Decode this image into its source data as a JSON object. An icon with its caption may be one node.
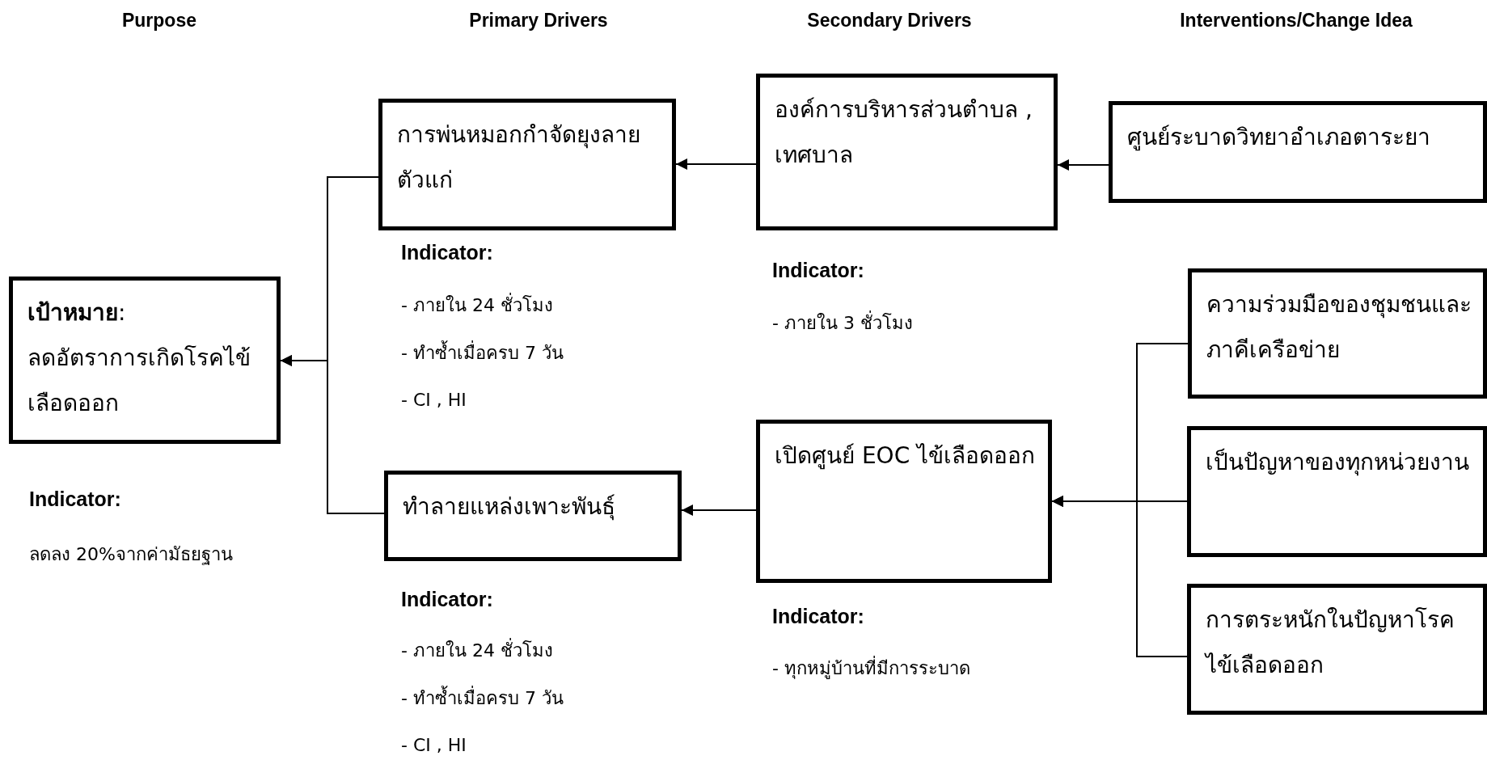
{
  "diagram": {
    "nodes": [
      {
        "text": [
          "**เป้าหมาย**:",
          "ลดอัตราการเกิดโรคไข้เลือดออก"
        ],
        "beside": [
          "Indicator:",
          "ลดลง 20%จากค่ามัธยฐาน"
        ]
      },
      {
        "text": [
          "การพ่นหมอกกำจัดยุงลายตัวแก่"
        ],
        "beside": [
          "Indicator:",
          "- ภายใน 24 ชั่วโมง",
          "- ทำซ้ำเมื่อครบ 7 วัน",
          "- CI , HI"
        ]
      },
      {
        "text": [
          "ทำลายแหล่งเพาะพันธุ์"
        ],
        "beside": [
          "Indicator:",
          "- ภายใน 24 ชั่วโมง",
          "- ทำซ้ำเมื่อครบ 7 วัน",
          "- CI , HI"
        ]
      },
      {
        "text": [
          "องค์การบริหารส่วนตำบล , เทศบาล"
        ],
        "beside": [
          "Indicator:",
          "- ภายใน 3 ชั่วโมง"
        ]
      },
      {
        "text": [
          "เปิดศูนย์ EOC ไข้เลือดออก"
        ],
        "beside": [
          "Indicator:",
          "- ทุกหมู่บ้านที่มีการระบาด"
        ]
      },
      {
        "text": [
          "ศูนย์ระบาดวิทยาอำเภอตาระยา"
        ]
      },
      {
        "text": [
          "ความร่วมมือของชุมชนและภาคีเครือข่าย"
        ]
      },
      {
        "text": [
          "เป็นปัญหาของทุกหน่วยงาน"
        ]
      },
      {
        "text": [
          "การตระหนักในปัญหาโรคไข้เลือดออก"
        ]
      }
    ],
    "edges": [
      {
        "from": 1,
        "to": 0,
        "arrow": "to"
      },
      {
        "from": 2,
        "to": 0,
        "arrow": "to"
      },
      {
        "from": 3,
        "to": 1,
        "arrow": "to"
      },
      {
        "from": 4,
        "to": 2,
        "arrow": "to"
      },
      {
        "from": 5,
        "to": 3,
        "arrow": "to"
      },
      {
        "from": 6,
        "to": 4,
        "arrow": "to"
      },
      {
        "from": 7,
        "to": 4,
        "arrow": "to"
      },
      {
        "from": 8,
        "to": 4,
        "arrow": "to"
      }
    ],
    "labels": [
      "Purpose",
      "Primary Drivers",
      "Secondary Drivers",
      "Interventions/Change Idea"
    ]
  }
}
